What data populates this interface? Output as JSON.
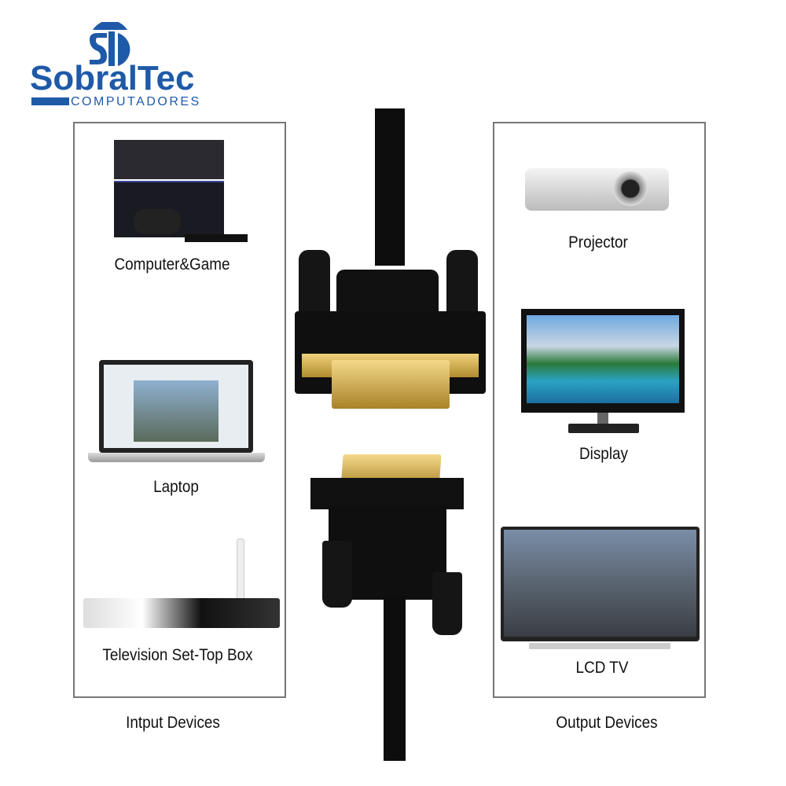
{
  "logo": {
    "name": "SobralTec",
    "subtitle": "COMPUTADORES",
    "color": "#1f5aa8"
  },
  "input": {
    "title": "Intput Devices",
    "items": [
      {
        "label": "Computer&Game",
        "icon": "game-console-icon"
      },
      {
        "label": "Laptop",
        "icon": "laptop-icon"
      },
      {
        "label": "Television Set-Top Box",
        "icon": "set-top-box-icon"
      }
    ]
  },
  "output": {
    "title": "Output Devices",
    "items": [
      {
        "label": "Projector",
        "icon": "projector-icon"
      },
      {
        "label": "Display",
        "icon": "monitor-icon"
      },
      {
        "label": "LCD TV",
        "icon": "tv-icon"
      }
    ]
  },
  "colors": {
    "connector": "#111111",
    "gold": "#d9b24a",
    "border": "#777777"
  }
}
